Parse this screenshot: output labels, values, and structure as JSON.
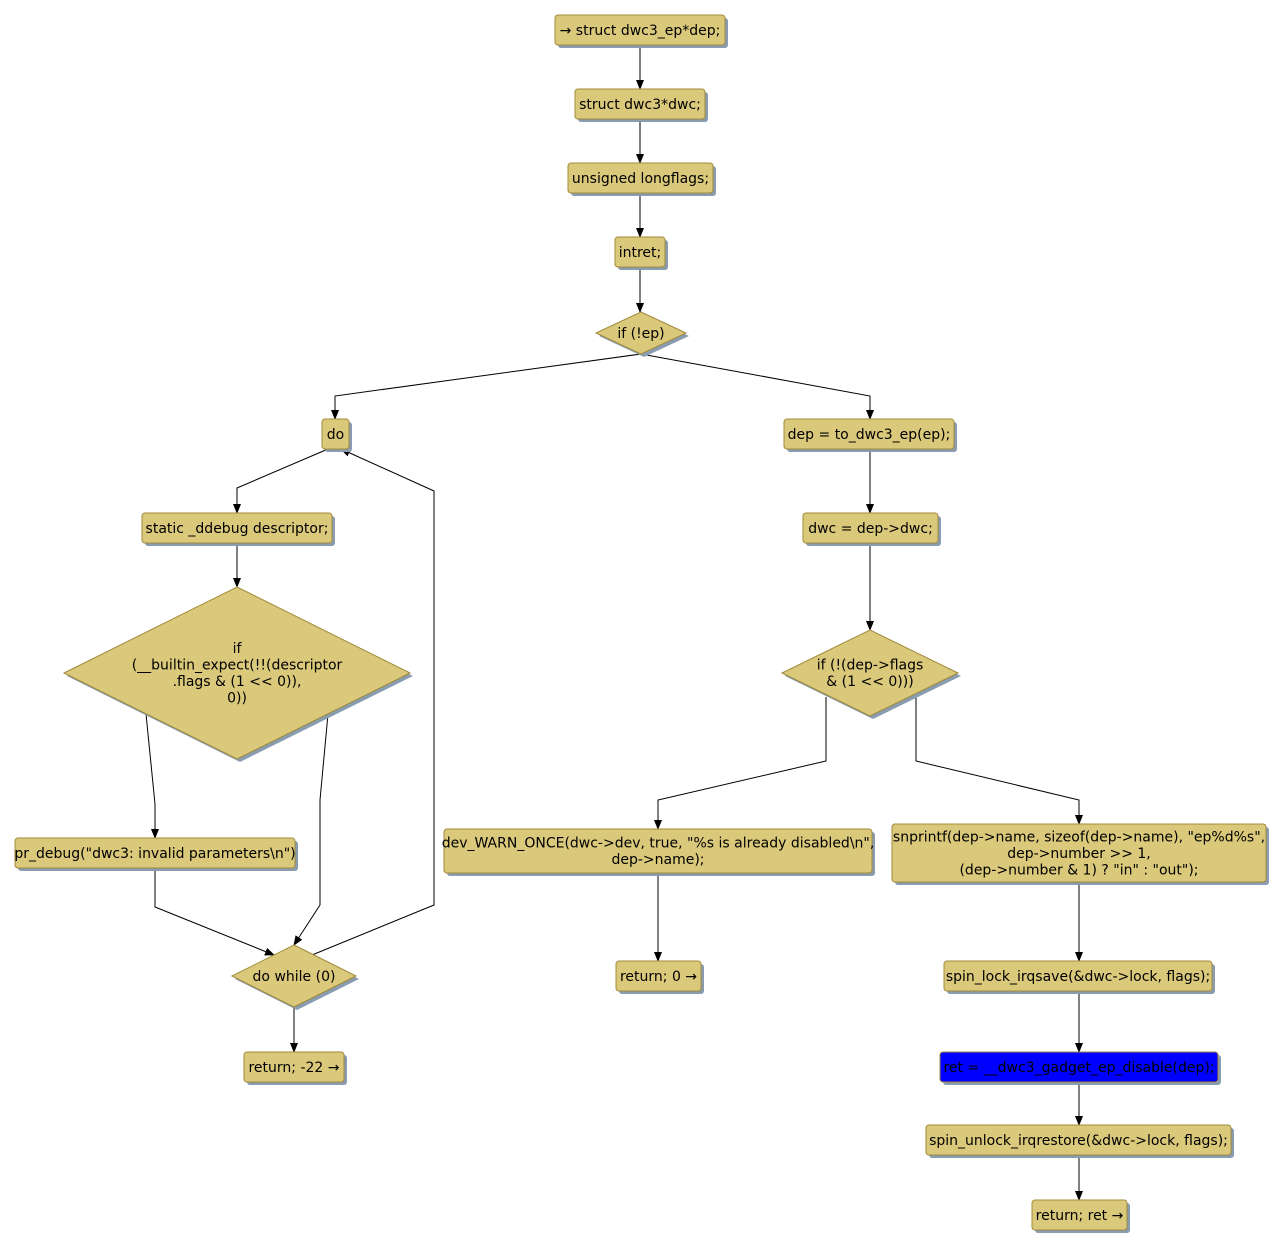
{
  "colors": {
    "node_fill": "#dbc97b",
    "node_border": "#a08a3a",
    "highlight_fill": "#0000ff",
    "edge": "#000000"
  },
  "nodes": {
    "decl_dep": {
      "lines": [
        "→ struct dwc3_ep*dep;"
      ],
      "shape": "box"
    },
    "decl_dwc": {
      "lines": [
        "struct dwc3*dwc;"
      ],
      "shape": "box"
    },
    "decl_flags": {
      "lines": [
        "unsigned longflags;"
      ],
      "shape": "box"
    },
    "decl_ret": {
      "lines": [
        "intret;"
      ],
      "shape": "box"
    },
    "if_ep": {
      "lines": [
        "if (!ep)"
      ],
      "shape": "diamond"
    },
    "do": {
      "lines": [
        "do"
      ],
      "shape": "box"
    },
    "static_descriptor": {
      "lines": [
        "static _ddebug descriptor;"
      ],
      "shape": "box"
    },
    "if_builtin": {
      "lines": [
        "if",
        "(__builtin_expect(!!(descriptor",
        ".flags & (1 << 0)),",
        "0))"
      ],
      "shape": "diamond"
    },
    "pr_debug": {
      "lines": [
        "pr_debug(\"dwc3: invalid parameters\\n\")"
      ],
      "shape": "box"
    },
    "do_while": {
      "lines": [
        "do while (0)"
      ],
      "shape": "diamond"
    },
    "return_neg22": {
      "lines": [
        "return; -22 →"
      ],
      "shape": "box"
    },
    "dep_assign": {
      "lines": [
        "dep = to_dwc3_ep(ep);"
      ],
      "shape": "box"
    },
    "dwc_assign": {
      "lines": [
        "dwc = dep->dwc;"
      ],
      "shape": "box"
    },
    "if_flags": {
      "lines": [
        "if (!(dep->flags",
        "& (1 << 0)))"
      ],
      "shape": "diamond"
    },
    "dev_warn": {
      "lines": [
        "dev_WARN_ONCE(dwc->dev, true, \"%s is already disabled\\n\",",
        "dep->name);"
      ],
      "shape": "box"
    },
    "return_0": {
      "lines": [
        "return; 0 →"
      ],
      "shape": "box"
    },
    "snprintf": {
      "lines": [
        "snprintf(dep->name, sizeof(dep->name), \"ep%d%s\",",
        "dep->number >> 1,",
        "(dep->number & 1) ? \"in\" : \"out\");"
      ],
      "shape": "box"
    },
    "spin_lock": {
      "lines": [
        "spin_lock_irqsave(&dwc->lock, flags);"
      ],
      "shape": "box"
    },
    "ret_disable": {
      "lines": [
        "ret = __dwc3_gadget_ep_disable(dep);"
      ],
      "shape": "box",
      "highlighted": true
    },
    "spin_unlock": {
      "lines": [
        "spin_unlock_irqrestore(&dwc->lock, flags);"
      ],
      "shape": "box"
    },
    "return_ret": {
      "lines": [
        "return; ret →"
      ],
      "shape": "box"
    }
  },
  "edges": [
    [
      "decl_dep",
      "decl_dwc"
    ],
    [
      "decl_dwc",
      "decl_flags"
    ],
    [
      "decl_flags",
      "decl_ret"
    ],
    [
      "decl_ret",
      "if_ep"
    ],
    [
      "if_ep",
      "do"
    ],
    [
      "if_ep",
      "dep_assign"
    ],
    [
      "do",
      "static_descriptor"
    ],
    [
      "static_descriptor",
      "if_builtin"
    ],
    [
      "if_builtin",
      "pr_debug"
    ],
    [
      "if_builtin",
      "do_while"
    ],
    [
      "pr_debug",
      "do_while"
    ],
    [
      "do_while",
      "do"
    ],
    [
      "do_while",
      "return_neg22"
    ],
    [
      "dep_assign",
      "dwc_assign"
    ],
    [
      "dwc_assign",
      "if_flags"
    ],
    [
      "if_flags",
      "dev_warn"
    ],
    [
      "if_flags",
      "snprintf"
    ],
    [
      "dev_warn",
      "return_0"
    ],
    [
      "snprintf",
      "spin_lock"
    ],
    [
      "spin_lock",
      "ret_disable"
    ],
    [
      "ret_disable",
      "spin_unlock"
    ],
    [
      "spin_unlock",
      "return_ret"
    ]
  ]
}
